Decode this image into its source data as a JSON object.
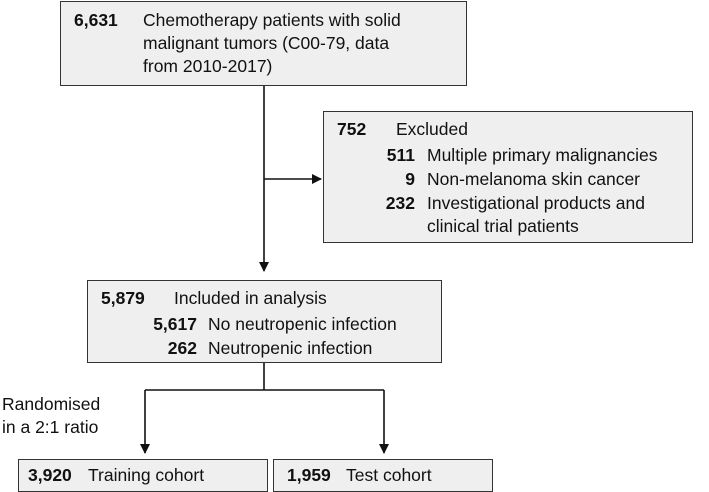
{
  "flow": {
    "total": {
      "number": "6,631",
      "label_line1": "Chemotherapy patients with solid",
      "label_line2": "malignant tumors (C00-79, data",
      "label_line3": "from 2010-2017)"
    },
    "excluded": {
      "number": "752",
      "label": "Excluded",
      "items": [
        {
          "number": "511",
          "label": "Multiple primary malignancies"
        },
        {
          "number": "9",
          "label": "Non-melanoma skin cancer"
        },
        {
          "number": "232",
          "label_line1": "Investigational products and",
          "label_line2": "clinical trial patients"
        }
      ]
    },
    "included": {
      "number": "5,879",
      "label": "Included in analysis",
      "items": [
        {
          "number": "5,617",
          "label": "No neutropenic infection"
        },
        {
          "number": "262",
          "label": "Neutropenic infection"
        }
      ]
    },
    "randomised_line1": "Randomised",
    "randomised_line2": "in a 2:1 ratio",
    "training": {
      "number": "3,920",
      "label": "Training cohort"
    },
    "test": {
      "number": "1,959",
      "label": "Test cohort"
    }
  },
  "colors": {
    "box_fill": "#efefef",
    "line": "#111111"
  }
}
